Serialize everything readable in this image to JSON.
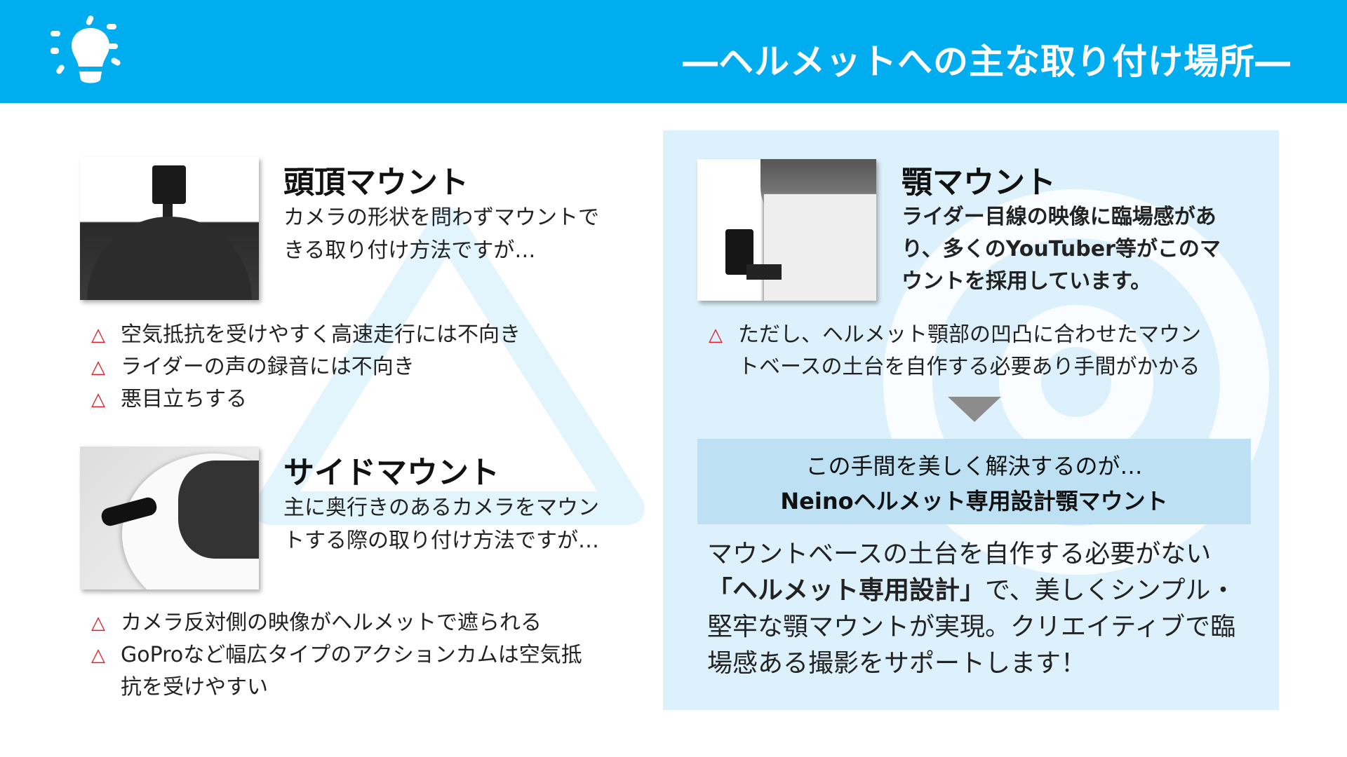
{
  "header": {
    "title": "―ヘルメットへの主な取り付け場所―",
    "icon": "lightbulb-icon",
    "color": "#00aeef"
  },
  "top_mount": {
    "title": "頭頂マウント",
    "desc_lines": [
      "カメラの形状を問わずマウントで",
      "きる取り付け方法ですが…"
    ],
    "cons": [
      "空気抵抗を受けやすく高速走行には不向き",
      "ライダーの声の録音には不向き",
      "悪目立ちする"
    ]
  },
  "side_mount": {
    "title": "サイドマウント",
    "desc_lines": [
      "主に奥行きのあるカメラをマウン",
      "トする際の取り付け方法ですが…"
    ],
    "cons": [
      "カメラ反対側の映像がヘルメットで遮られる",
      "GoProなど幅広タイプのアクションカムは空気抵",
      "抗を受けやすい"
    ]
  },
  "chin_mount": {
    "title": "顎マウント",
    "desc_lines": [
      "ライダー目線の映像に臨場感があ",
      "り、多くのYouTuber等がこのマ",
      "ウントを採用しています。"
    ],
    "cons": [
      "ただし、ヘルメット顎部の凹凸に合わせたマウン",
      "トベースの土台を自作する必要あり手間がかかる"
    ]
  },
  "solution": {
    "line1": "この手間を美しく解決するのが…",
    "line2": "Neinoヘルメット専用設計顎マウント"
  },
  "conclusion": {
    "line1": "マウントベースの土台を自作する必要がない",
    "line2_bold": "「ヘルメット専用設計」",
    "line2_rest": "で、美しくシンプル・",
    "line3": "堅牢な顎マウントが実現。クリエイティブで臨",
    "line4": "場感ある撮影をサポートします！"
  },
  "bullet_symbol": "△",
  "colors": {
    "warning": "#e0202a",
    "panel": "#dcf1fb",
    "box": "#bde1f3"
  }
}
